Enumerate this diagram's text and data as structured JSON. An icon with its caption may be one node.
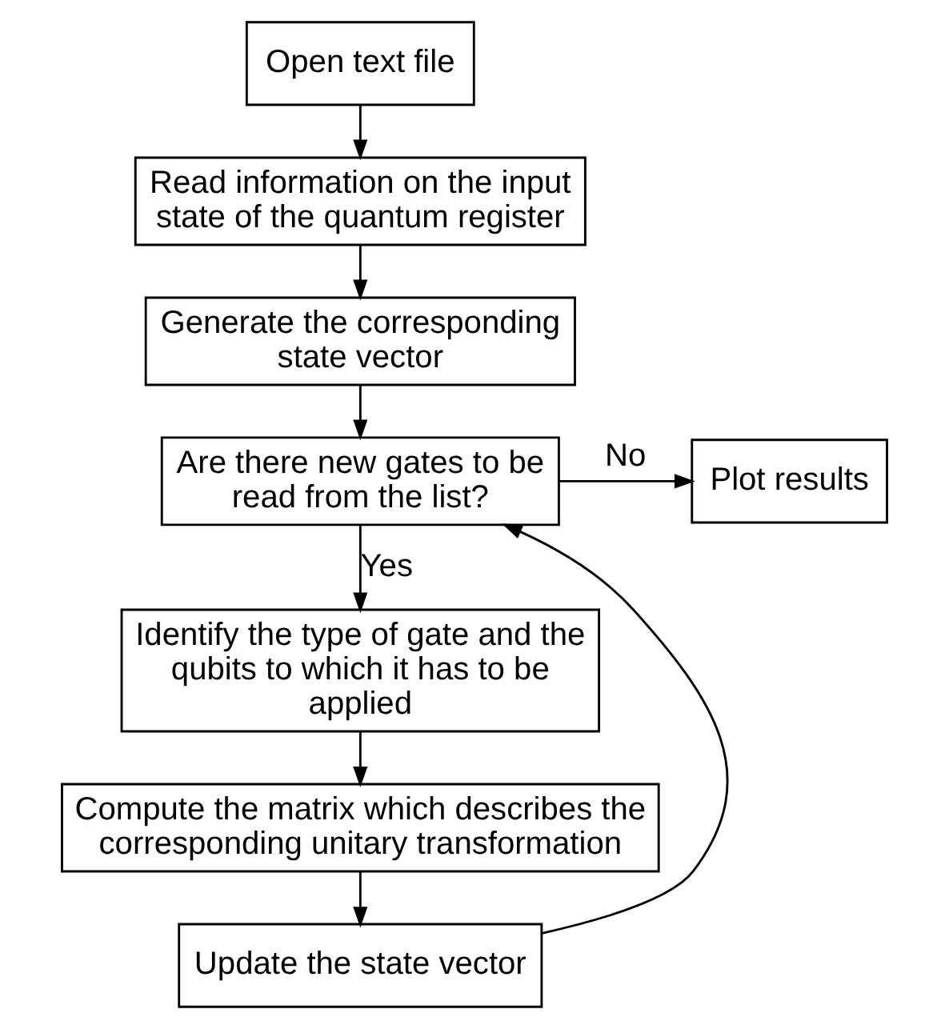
{
  "diagram": {
    "nodes": [
      {
        "text": [
          "Open text file"
        ]
      },
      {
        "text": [
          "Read information on the input state of the quantum register"
        ]
      },
      {
        "text": [
          "Generate the corresponding state vector"
        ]
      },
      {
        "text": [
          "Are there new gates to be read from the list?"
        ]
      },
      {
        "text": [
          "Plot results"
        ]
      },
      {
        "text": [
          "Identify the type of gate and the qubits to which it has to be applied"
        ]
      },
      {
        "text": [
          "Compute the matrix which describes the corresponding unitary transformation"
        ]
      },
      {
        "text": [
          "Update the state vector"
        ]
      }
    ],
    "edges": [
      {
        "from": 0,
        "to": 1,
        "arrow": "to"
      },
      {
        "from": 1,
        "to": 2,
        "arrow": "to"
      },
      {
        "from": 2,
        "to": 3,
        "arrow": "to"
      },
      {
        "from": 3,
        "to": 4,
        "arrow": "to",
        "label": "No"
      },
      {
        "from": 3,
        "to": 5,
        "arrow": "to",
        "label": "Yes"
      },
      {
        "from": 5,
        "to": 6,
        "arrow": "to"
      },
      {
        "from": 6,
        "to": 7,
        "arrow": "to"
      },
      {
        "from": 7,
        "to": 3,
        "arrow": "to"
      }
    ]
  }
}
